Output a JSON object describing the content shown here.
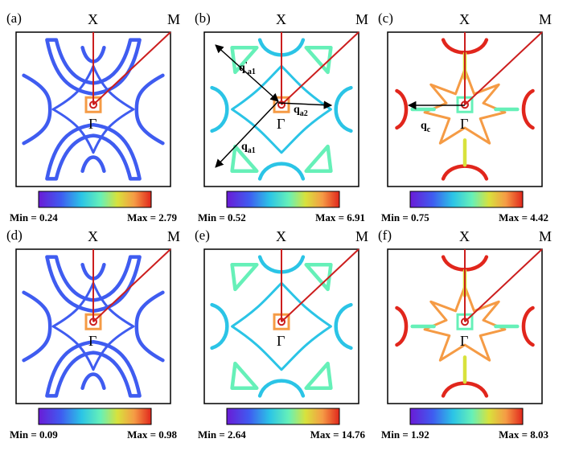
{
  "panels": [
    {
      "id": "a",
      "label": "(a)",
      "x_label": "X",
      "m_label": "M",
      "gamma_label": "Γ",
      "min_text": "Min = 0.24",
      "max_text": "Max = 2.79",
      "variant": "a"
    },
    {
      "id": "b",
      "label": "(b)",
      "x_label": "X",
      "m_label": "M",
      "gamma_label": "Γ",
      "min_text": "Min = 0.52",
      "max_text": "Max = 6.91",
      "variant": "b"
    },
    {
      "id": "c",
      "label": "(c)",
      "x_label": "X",
      "m_label": "M",
      "gamma_label": "Γ",
      "min_text": "Min = 0.75",
      "max_text": "Max = 4.42",
      "variant": "c"
    },
    {
      "id": "d",
      "label": "(d)",
      "x_label": "X",
      "m_label": "M",
      "gamma_label": "Γ",
      "min_text": "Min = 0.09",
      "max_text": "Max = 0.98",
      "variant": "a"
    },
    {
      "id": "e",
      "label": "(e)",
      "x_label": "X",
      "m_label": "M",
      "gamma_label": "Γ",
      "min_text": "Min = 2.64",
      "max_text": "Max = 14.76",
      "variant": "b"
    },
    {
      "id": "f",
      "label": "(f)",
      "x_label": "X",
      "m_label": "M",
      "gamma_label": "Γ",
      "min_text": "Min = 1.92",
      "max_text": "Max = 8.03",
      "variant": "c"
    }
  ],
  "annotations": {
    "qa1_prime": {
      "main": "q",
      "prime": "'",
      "sub": "a1"
    },
    "qa1": {
      "main": "q",
      "sub": "a1"
    },
    "qa2": {
      "main": "q",
      "sub": "a2"
    },
    "qc": {
      "main": "q",
      "sub": "c"
    }
  },
  "colors": {
    "colormap": [
      "#6a1bd6",
      "#3f5cf0",
      "#2bc4e6",
      "#66f0b8",
      "#d8e23c",
      "#f59b45",
      "#e1261c"
    ],
    "path_red": "#cc1e1e",
    "frame": "#000000"
  }
}
